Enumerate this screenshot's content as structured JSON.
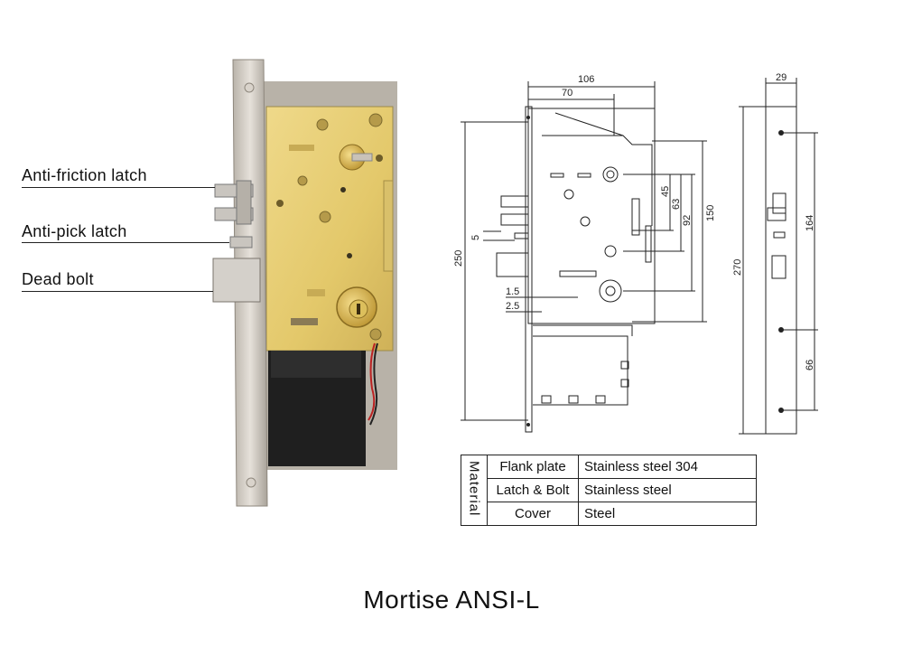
{
  "callouts": [
    {
      "label": "Anti-friction latch"
    },
    {
      "label": "Anti-pick latch"
    },
    {
      "label": "Dead bolt"
    }
  ],
  "dimensions": {
    "overall_depth": "106",
    "depth_70": "70",
    "height_250": "250",
    "height_150": "150",
    "height_92": "92",
    "height_63": "63",
    "height_45": "45",
    "offset_5": "5",
    "offset_1_5": "1.5",
    "offset_2_5": "2.5",
    "plate_width": "29",
    "plate_height": "270",
    "plate_164": "164",
    "plate_66": "66"
  },
  "material_table": {
    "header": "Material",
    "rows": [
      {
        "part": "Flank plate",
        "material": "Stainless steel 304"
      },
      {
        "part": "Latch & Bolt",
        "material": "Stainless steel"
      },
      {
        "part": "Cover",
        "material": "Steel"
      }
    ]
  },
  "caption": "Mortise ANSI-L",
  "colors": {
    "steel": "#c9c2b8",
    "brass_case": "#e8d27a",
    "black_box": "#1f1f1f",
    "line": "#222222"
  }
}
